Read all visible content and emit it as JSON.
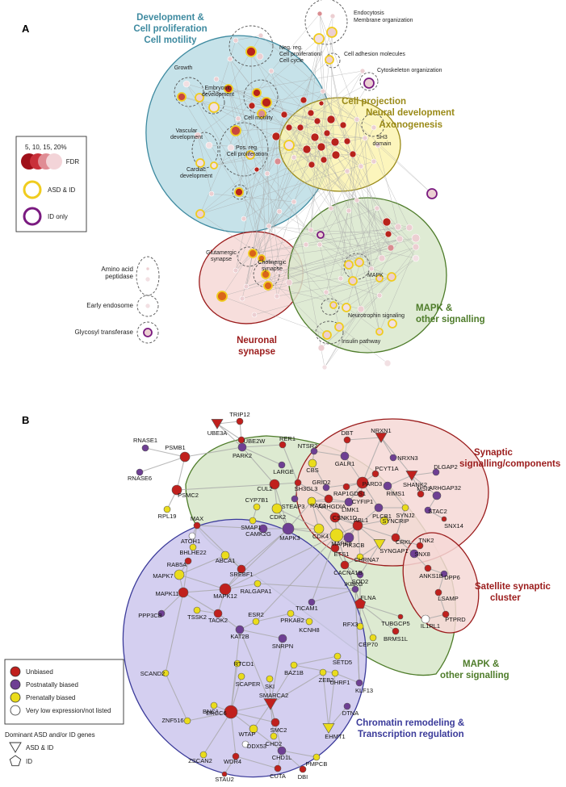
{
  "panel_a": {
    "letter": "A",
    "clusters": [
      {
        "key": "devel",
        "title": [
          "Development &",
          "Cell proliferation",
          "Cell motility"
        ],
        "color": "#3e8aa0",
        "fill": "#bcdde5"
      },
      {
        "key": "proj",
        "title": [
          "Cell projection",
          "Neural development",
          "Axonogenesis"
        ],
        "color": "#9a8a18",
        "fill": "#fbf3b0"
      },
      {
        "key": "syn",
        "title": [
          "Neuronal",
          "synapse"
        ],
        "color": "#9b1c1c",
        "fill": "#f6d8d6"
      },
      {
        "key": "mapk",
        "title": [
          "MAPK &",
          "other signalling"
        ],
        "color": "#4e7c2a",
        "fill": "#d9e8cc"
      }
    ],
    "module_labels": [
      "Endocytosis",
      "Membrane organization",
      "Cell adhesion molecules",
      "Cytoskeleton organization",
      "Neg. reg.",
      "Cell proliferation/",
      "Cell cycle",
      "Growth",
      "Embryonic",
      "development",
      "Cell motility",
      "Vascular",
      "development",
      "Pos. reg.",
      "Cell proliferation",
      "Cardiac",
      "development",
      "SH3",
      "domain",
      "Glutamergic",
      "synapse",
      "Cholinergic",
      "synapse",
      "MAPK",
      "Neurotrophin signaling",
      "Insulin pathway"
    ],
    "side_modules": [
      "Amino acid",
      "peptidase",
      "Early endosome",
      "Glycosyl transferase"
    ],
    "legend": {
      "fdr_scale": "5, 10, 15, 20%",
      "fdr_label": "FDR",
      "asd_id": "ASD & ID",
      "id_only": "ID only"
    }
  },
  "panel_b": {
    "letter": "B",
    "clusters": [
      {
        "key": "synb",
        "title": [
          "Synaptic",
          "signalling/components"
        ],
        "color": "#9b1c1c"
      },
      {
        "key": "sat",
        "title": [
          "Satellite synaptic",
          "cluster"
        ],
        "color": "#9b1c1c"
      },
      {
        "key": "mapkb",
        "title": [
          "MAPK &",
          "other signalling"
        ],
        "color": "#4e7c2a"
      },
      {
        "key": "chrom",
        "title": [
          "Chromatin remodeling &",
          "Transcription regulation"
        ],
        "color": "#3b3b9a"
      }
    ],
    "genes": [
      "TRIP12",
      "UBE3A",
      "UBE2W",
      "RNASE1",
      "PSMB1",
      "PARK2",
      "RNASE6",
      "PSMC2",
      "LARGE",
      "RER1",
      "RPL19",
      "CUL2",
      "CYP7B1",
      "SH3GL3",
      "SMAP1",
      "MAX",
      "ATOH1",
      "CDK2",
      "STEAP3",
      "RAC1",
      "BHLHE22",
      "CAMK2G",
      "MAPK3",
      "ABCA1",
      "RAB5A",
      "SREBF1",
      "CDK4",
      "MAPK8",
      "MAPK7",
      "MAPK11",
      "MAPK12",
      "RALGAPA1",
      "PPP3CB",
      "TSSK2",
      "TAOK2",
      "ESR2",
      "PRKAB2",
      "TICAM1",
      "KCNH8",
      "KAT2B",
      "SNRPN",
      "SCAND2",
      "RTCD1",
      "SCAPER",
      "SKI",
      "BAZ1B",
      "ZEB2",
      "SETD5",
      "UHRF1",
      "ZNF516",
      "BNC1",
      "ERCC6",
      "SMARCA2",
      "SMC2",
      "WTAP",
      "CHD2",
      "DDX53",
      "CHD1L",
      "ZSCAN2",
      "WDR4",
      "PMPCB",
      "CUTA",
      "DBI",
      "STAU2",
      "EHMT1",
      "DTNA",
      "KLF13",
      "IKBKG",
      "FLNA",
      "CEP70",
      "RFX3",
      "BRMS1L",
      "TUBGCP5",
      "IL1RL1",
      "ANKS1B",
      "DPP6",
      "LSAMP",
      "PTPRD",
      "TNK2",
      "SNX8",
      "CRKL",
      "SYNCRIP",
      "STAC2",
      "SNX14",
      "ARHGAP32",
      "MSI2",
      "SYNJ2",
      "RIMS1",
      "DLGAP2",
      "SHANK2",
      "NRXN3",
      "NRXN1",
      "DBT",
      "NTSR2",
      "CBS",
      "GALR1",
      "GRID2",
      "PARD3",
      "PCYT1A",
      "RAP1GDS1",
      "CYFIP1",
      "ARHGDIA",
      "LIMK1",
      "PLCB1",
      "CSNK1D",
      "ABL1",
      "PIK3CB",
      "ETS1",
      "CHRNA7",
      "CACNA1B",
      "SOD2",
      "SYNGAP1"
    ],
    "legend": {
      "unbiased": "Unbiased",
      "postnatal": "Postnatally biased",
      "prenatal": "Prenatally biased",
      "lowexpr": "Very low expression/not listed",
      "dominant": "Dominant ASD and/or ID genes",
      "asd_id": "ASD & ID",
      "id": "ID"
    }
  },
  "colors": {
    "unbiased": "#c0201d",
    "postnatal": "#6e3f93",
    "prenatal": "#eadc1c",
    "lowexpr": "#ffffff",
    "edge": "#a8a8a8",
    "asd_ring": "#f0cc1e",
    "id_ring": "#7a1a80"
  }
}
